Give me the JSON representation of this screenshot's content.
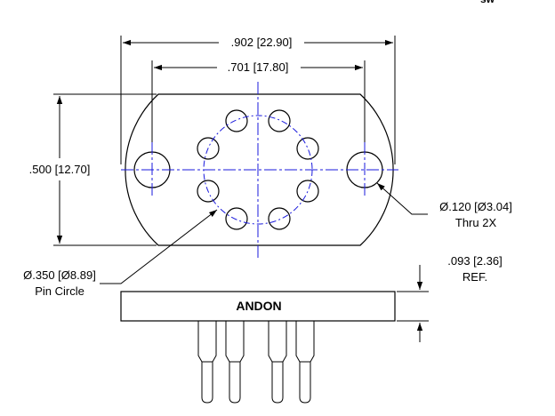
{
  "corner_mark": "sw",
  "dimensions": {
    "overall_width": ".902 [22.90]",
    "hole_spacing": ".701 [17.80]",
    "height": ".500 [12.70]",
    "mount_hole": [
      "Ø.120 [Ø3.04]",
      "Thru 2X"
    ],
    "pin_circle": [
      "Ø.350 [Ø8.89]",
      "Pin Circle"
    ],
    "thickness": [
      ".093 [2.36]",
      "REF."
    ]
  },
  "side_view": {
    "brand": "ANDON"
  },
  "colors": {
    "line": "#000000",
    "centerline": "#1a1adc"
  }
}
